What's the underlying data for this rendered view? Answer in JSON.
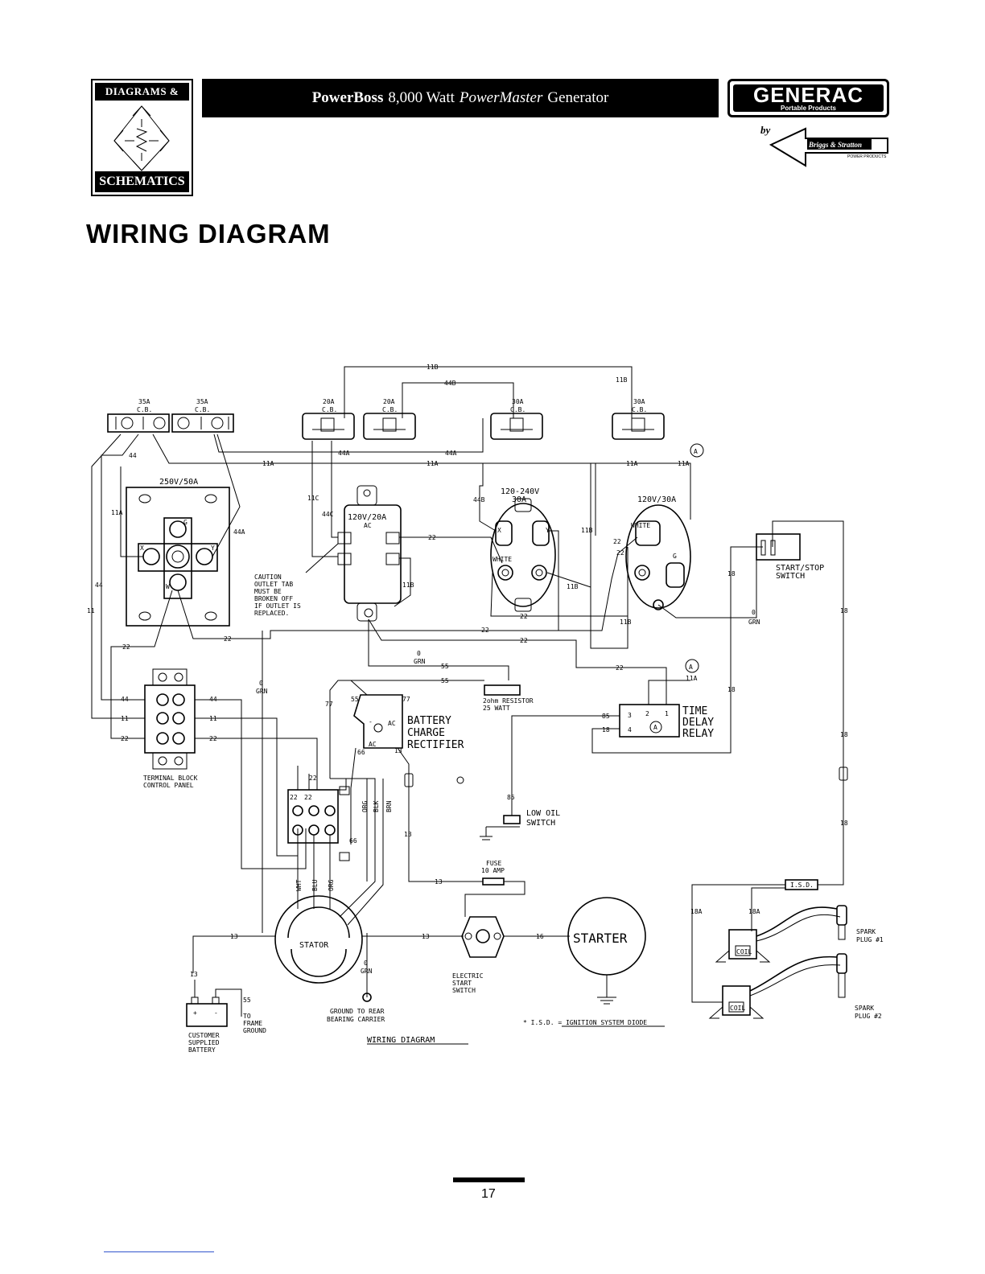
{
  "header": {
    "left_logo_top": "DIAGRAMS &",
    "left_logo_bottom": "SCHEMATICS",
    "title_bold": "PowerBoss",
    "title_mid": "8,000 Watt",
    "title_italic": "PowerMaster",
    "title_end": "Generator",
    "brand_name": "GENERAC",
    "brand_sub": "Portable Products",
    "by": "by",
    "partner": "Briggs & Stratton",
    "partner_sub": "POWER PRODUCTS"
  },
  "page_title": "WIRING DIAGRAM",
  "diagram": {
    "breakers": {
      "cb1_rating": "35A",
      "cb1_type": "C.B.",
      "cb2_rating": "35A",
      "cb2_type": "C.B.",
      "cb3_rating": "20A",
      "cb3_type": "C.B.",
      "cb4_rating": "20A",
      "cb4_type": "C.B.",
      "cb5_rating": "30A",
      "cb5_type": "C.B.",
      "cb6_rating": "30A",
      "cb6_type": "C.B."
    },
    "receptacles": {
      "r250": "250V/50A",
      "r120_20": "120V/20A",
      "r120_20_ac": "AC",
      "r120_240_top": "120-240V",
      "r120_240_amp": "30A",
      "r120_30": "120V/30A",
      "white": "WHITE",
      "x": "X",
      "y": "Y",
      "w": "W",
      "g": "G"
    },
    "caution": [
      "CAUTION",
      "OUTLET TAB",
      "MUST BE",
      "BROKEN OFF",
      "IF OUTLET IS",
      "REPLACED."
    ],
    "wires": {
      "w11b": "11B",
      "w44b": "44B",
      "w44": "44",
      "w44a": "44A",
      "w11a": "11A",
      "w11": "11",
      "w11c": "11C",
      "w44c": "44C",
      "w22": "22",
      "w0": "0",
      "grn": "GRN",
      "w55": "55",
      "w77": "77",
      "w66": "66",
      "w13": "13",
      "w85": "85",
      "w18": "18",
      "w18a": "18A",
      "w16": "16",
      "wht": "WHT",
      "blu": "BLU",
      "org": "ORG",
      "blk": "BLK",
      "brn": "BRN"
    },
    "marker_a": "A",
    "start_stop": [
      "START/STOP",
      "SWITCH"
    ],
    "time_delay": [
      "TIME",
      "DELAY",
      "RELAY"
    ],
    "relay_pins": [
      "3",
      "4",
      "2",
      "1"
    ],
    "resistor": [
      "2ohm RESISTOR",
      "25 WATT"
    ],
    "rectifier": [
      "BATTERY",
      "CHARGE",
      "RECTIFIER"
    ],
    "rect_ac": "AC",
    "rect_minus": "-",
    "terminal_block": [
      "TERMINAL BLOCK",
      "CONTROL PANEL"
    ],
    "low_oil": [
      "LOW OIL",
      "SWITCH"
    ],
    "fuse": [
      "FUSE",
      "10 AMP"
    ],
    "stator": "STATOR",
    "starter": "STARTER",
    "electric_start": [
      "ELECTRIC",
      "START",
      "SWITCH"
    ],
    "ground_rear": [
      "GROUND TO REAR",
      "BEARING CARRIER"
    ],
    "battery": [
      "CUSTOMER",
      "SUPPLIED",
      "BATTERY"
    ],
    "battery_terms": [
      "+",
      "-"
    ],
    "frame_ground": [
      "TO",
      "FRAME",
      "GROUND"
    ],
    "isd": "I.S.D.",
    "isd_note": "* I.S.D. = IGNITION SYSTEM DIODE",
    "spark1": [
      "SPARK",
      "PLUG #1"
    ],
    "spark2": [
      "SPARK",
      "PLUG #2"
    ],
    "coil": "COIL",
    "caption": "WIRING DIAGRAM"
  },
  "page_number": "17"
}
